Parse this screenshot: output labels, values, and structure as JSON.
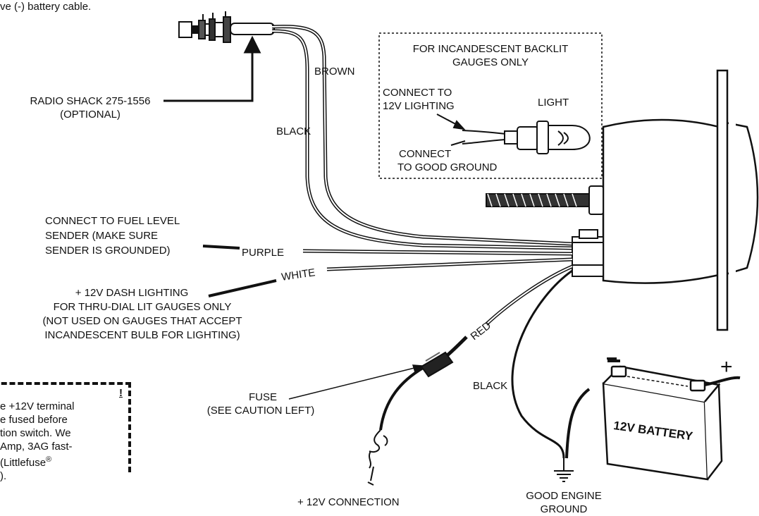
{
  "header_fragment": "ve (-) battery cable.",
  "labels": {
    "brown": "BROWN",
    "black_top": "BLACK",
    "radio_shack_line1": "RADIO SHACK 275-1556",
    "radio_shack_line2": "(OPTIONAL)",
    "incandescent_line1": "FOR INCANDESCENT BACKLIT",
    "incandescent_line2": "GAUGES ONLY",
    "connect_to_line1": "CONNECT TO",
    "connect_to_line2": "12V LIGHTING",
    "light": "LIGHT",
    "connect_line1": "CONNECT",
    "connect_line2": "TO GOOD GROUND",
    "fuel_line1": "CONNECT TO FUEL LEVEL",
    "fuel_line2": "SENDER (MAKE SURE",
    "fuel_line3": "SENDER IS GROUNDED)",
    "purple": "PURPLE",
    "white": "WHITE",
    "dash_line1": "+ 12V DASH LIGHTING",
    "dash_line2": "FOR THRU-DIAL LIT GAUGES ONLY",
    "dash_line3": "(NOT USED ON GAUGES THAT ACCEPT",
    "dash_line4": "INCANDESCENT BULB FOR LIGHTING)",
    "red": "RED",
    "fuse_line1": "FUSE",
    "fuse_line2": "(SEE CAUTION LEFT)",
    "black_bottom": "BLACK",
    "plus12_connection": "+ 12V CONNECTION",
    "ground_line1": "GOOD ENGINE",
    "ground_line2": "GROUND",
    "battery": "12V BATTERY",
    "battery_minus": "−",
    "battery_plus": "+"
  },
  "caution_note": {
    "line1": "!",
    "line2": "e +12V terminal",
    "line3": "e fused before",
    "line4": "tion switch. We",
    "line5": "Amp, 3AG fast-",
    "line6": "(Littlefuse",
    "registered": "®",
    "line7": ")."
  }
}
